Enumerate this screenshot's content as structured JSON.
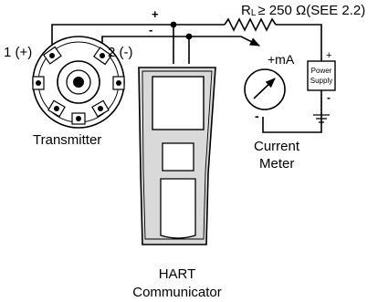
{
  "labels": {
    "terminal_positive": "1 (+)",
    "terminal_negative": "2 (-)",
    "transmitter": "Transmitter",
    "wire_plus": "+",
    "wire_minus": "-",
    "load_resistor": "R",
    "load_resistor_subscript": "L",
    "load_resistor_spec": "≥ 250 Ω(SEE 2.2)",
    "meter_plus_ma": "+mA",
    "meter_minus": "-",
    "current_meter_line1": "Current",
    "current_meter_line2": "Meter",
    "power_supply_line1": "Power",
    "power_supply_line2": "Supply",
    "supply_plus": "+",
    "supply_minus": "-",
    "hart_line1": "HART",
    "hart_line2": "Communicator"
  },
  "colors": {
    "ink": "#000000",
    "background": "#ffffff",
    "device_shading": "#d9d9d9"
  },
  "icons": {
    "meter": "ammeter-dial-icon",
    "ground": "ground-symbol-icon",
    "resistor": "resistor-zigzag-icon",
    "junction": "junction-dot-icon"
  }
}
